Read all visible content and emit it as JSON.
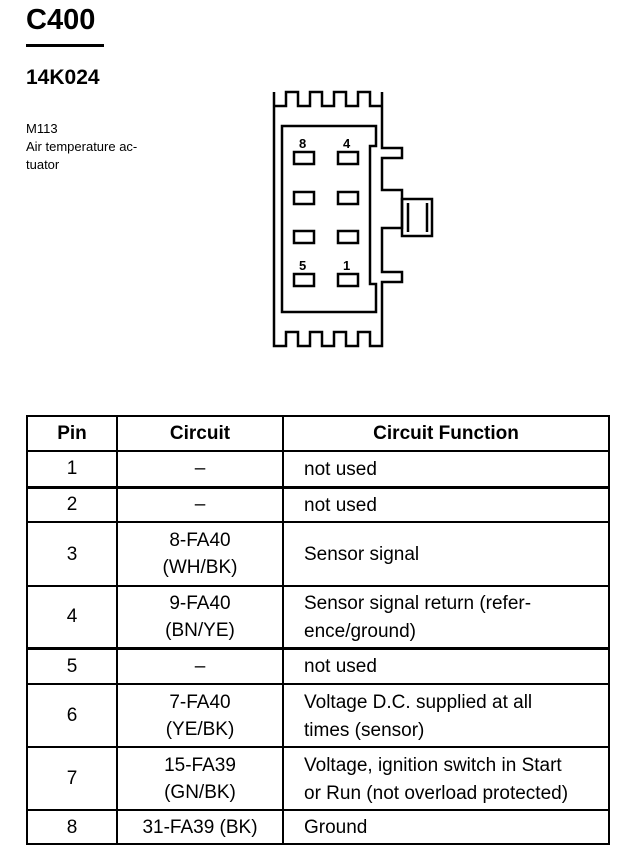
{
  "connector": {
    "id": "C400",
    "part_number": "14K024",
    "component_code": "M113",
    "description_lines": [
      "Air temperature ac-",
      "tuator"
    ],
    "pin_labels": {
      "top_left": "8",
      "top_right": "4",
      "bottom_left": "5",
      "bottom_right": "1"
    }
  },
  "table": {
    "headers": [
      "Pin",
      "Circuit",
      "Circuit Function"
    ],
    "rows": [
      {
        "pin": "1",
        "circuit": [
          "–"
        ],
        "function": [
          "not used"
        ]
      },
      {
        "pin": "2",
        "circuit": [
          "–"
        ],
        "function": [
          "not used"
        ]
      },
      {
        "pin": "3",
        "circuit": [
          "8-FA40",
          "(WH/BK)"
        ],
        "function": [
          "Sensor signal"
        ]
      },
      {
        "pin": "4",
        "circuit": [
          "9-FA40",
          "(BN/YE)"
        ],
        "function": [
          "Sensor signal return (refer-",
          "ence/ground)"
        ]
      },
      {
        "pin": "5",
        "circuit": [
          "–"
        ],
        "function": [
          "not used"
        ]
      },
      {
        "pin": "6",
        "circuit": [
          "7-FA40",
          "(YE/BK)"
        ],
        "function": [
          "Voltage D.C. supplied at all",
          "times (sensor)"
        ]
      },
      {
        "pin": "7",
        "circuit": [
          "15-FA39",
          "(GN/BK)"
        ],
        "function": [
          "Voltage, ignition switch in Start",
          "or Run (not overload protected)"
        ]
      },
      {
        "pin": "8",
        "circuit": [
          "31-FA39 (BK)"
        ],
        "function": [
          "Ground"
        ]
      }
    ]
  }
}
